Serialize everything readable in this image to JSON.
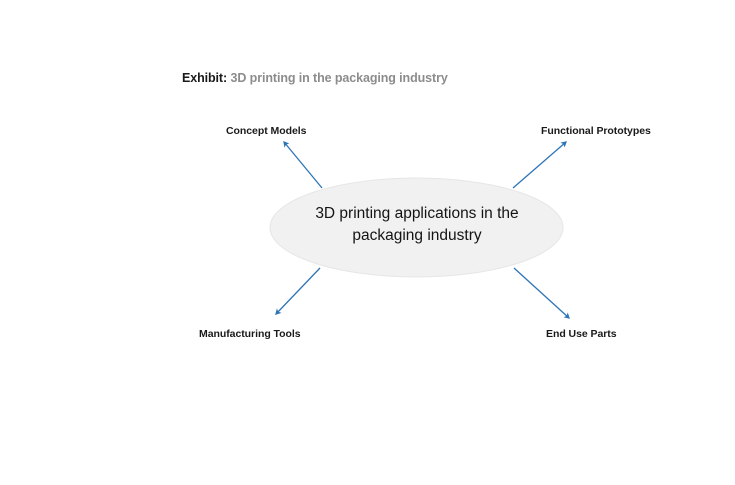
{
  "title": {
    "label": "Exhibit:",
    "text": "3D printing in the packaging industry"
  },
  "diagram": {
    "type": "radial-mind-map",
    "center": {
      "line1": "3D printing applications in the",
      "line2": "packaging industry",
      "full_text": "3D printing applications in the packaging industry",
      "shape": "ellipse",
      "fill_color": "#f1f1f1",
      "stroke_color": "#e3e3e3"
    },
    "arrow_color": "#2e75b6",
    "nodes": [
      {
        "id": "concept-models",
        "label": "Concept Models",
        "position": "top-left"
      },
      {
        "id": "functional-prototypes",
        "label": "Functional Prototypes",
        "position": "top-right"
      },
      {
        "id": "manufacturing-tools",
        "label": "Manufacturing Tools",
        "position": "bottom-left"
      },
      {
        "id": "end-use-parts",
        "label": "End Use Parts",
        "position": "bottom-right"
      }
    ]
  }
}
